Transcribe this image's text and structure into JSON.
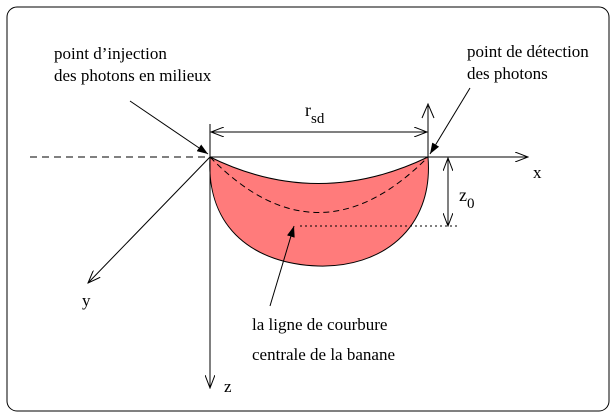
{
  "labels": {
    "injection_line1": "point d’injection",
    "injection_line2": "des photons en milieux",
    "detection_line1": "point de détection",
    "detection_line2": "des photons",
    "rsd_main": "r",
    "rsd_sub": "sd",
    "z0_main": "z",
    "z0_sub": "0",
    "axis_x": "x",
    "axis_y": "y",
    "axis_z": "z",
    "curve_line1": "la ligne de courbure",
    "curve_line2": "centrale de la banane"
  },
  "colors": {
    "banana_fill": "#ff7b7b",
    "stroke": "#000000"
  }
}
